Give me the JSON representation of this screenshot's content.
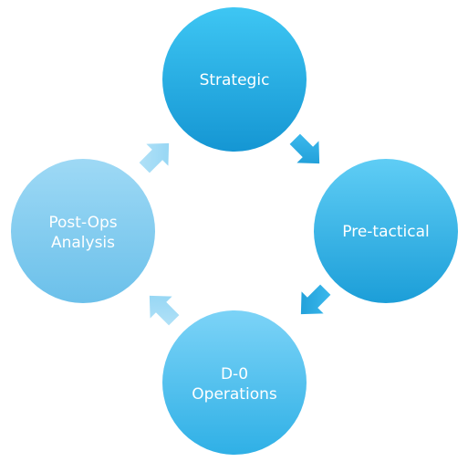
{
  "diagram": {
    "type": "cycle",
    "nodes": [
      {
        "id": "strategic",
        "lines": [
          "Strategic"
        ]
      },
      {
        "id": "pre-tactical",
        "lines": [
          "Pre-tactical"
        ]
      },
      {
        "id": "d0-operations",
        "lines": [
          "D-0",
          "Operations"
        ]
      },
      {
        "id": "post-ops-analysis",
        "lines": [
          "Post-Ops",
          "Analysis"
        ]
      }
    ],
    "arrows": [
      {
        "from": "strategic",
        "to": "pre-tactical"
      },
      {
        "from": "pre-tactical",
        "to": "d0-operations"
      },
      {
        "from": "d0-operations",
        "to": "post-ops-analysis"
      },
      {
        "from": "post-ops-analysis",
        "to": "strategic"
      }
    ]
  },
  "colors": {
    "top_node_light": "#3ec6f3",
    "top_node_dark": "#1596d3",
    "side_node_light": "#5fcdf5",
    "side_node_dark": "#1c9ed8",
    "bottom_node_light": "#7cd3f7",
    "bottom_node_dark": "#2fb0e6",
    "left_node_light": "#9ed9f5",
    "left_node_dark": "#6bc0ea",
    "arrow_dark": "#1a98d3",
    "arrow_light": "#8ed3f3",
    "label": "#ffffff"
  }
}
